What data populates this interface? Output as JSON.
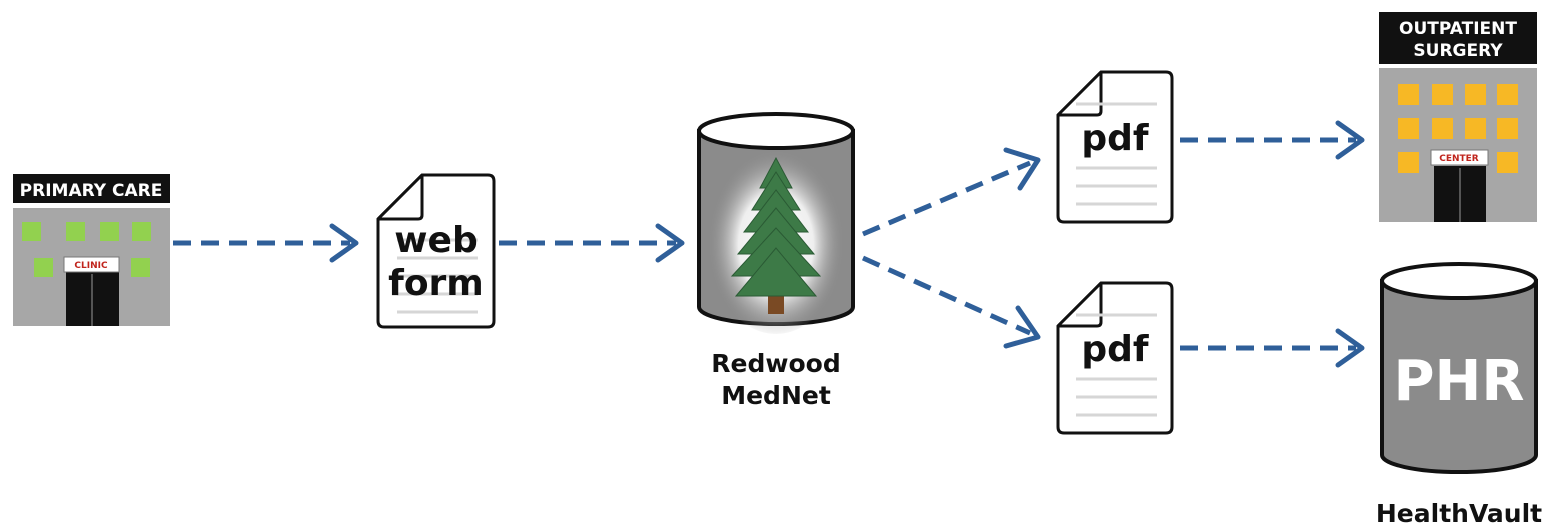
{
  "nodes": {
    "primary_care": {
      "sign": "PRIMARY CARE",
      "door_sign": "CLINIC"
    },
    "web_form": {
      "line1": "web",
      "line2": "form"
    },
    "redwood": {
      "label_line1": "Redwood",
      "label_line2": "MedNet"
    },
    "pdf_top": {
      "label": "pdf"
    },
    "pdf_bottom": {
      "label": "pdf"
    },
    "outpatient": {
      "sign_line1": "OUTPATIENT",
      "sign_line2": "SURGERY",
      "door_sign": "CENTER"
    },
    "phr": {
      "label": "PHR",
      "caption": "HealthVault"
    }
  },
  "colors": {
    "arrow": "#2f5f99",
    "building_wall": "#a7a7a7",
    "clinic_window": "#92d14f",
    "surgery_window": "#f7b825",
    "cylinder": "#8b8b8b",
    "tree": "#3d7a47",
    "sign_bg": "#111111",
    "door_sign": "#c0241c"
  },
  "icons": [
    "clinic-building-icon",
    "document-icon",
    "database-cylinder-icon",
    "redwood-tree-icon",
    "surgery-building-icon"
  ]
}
